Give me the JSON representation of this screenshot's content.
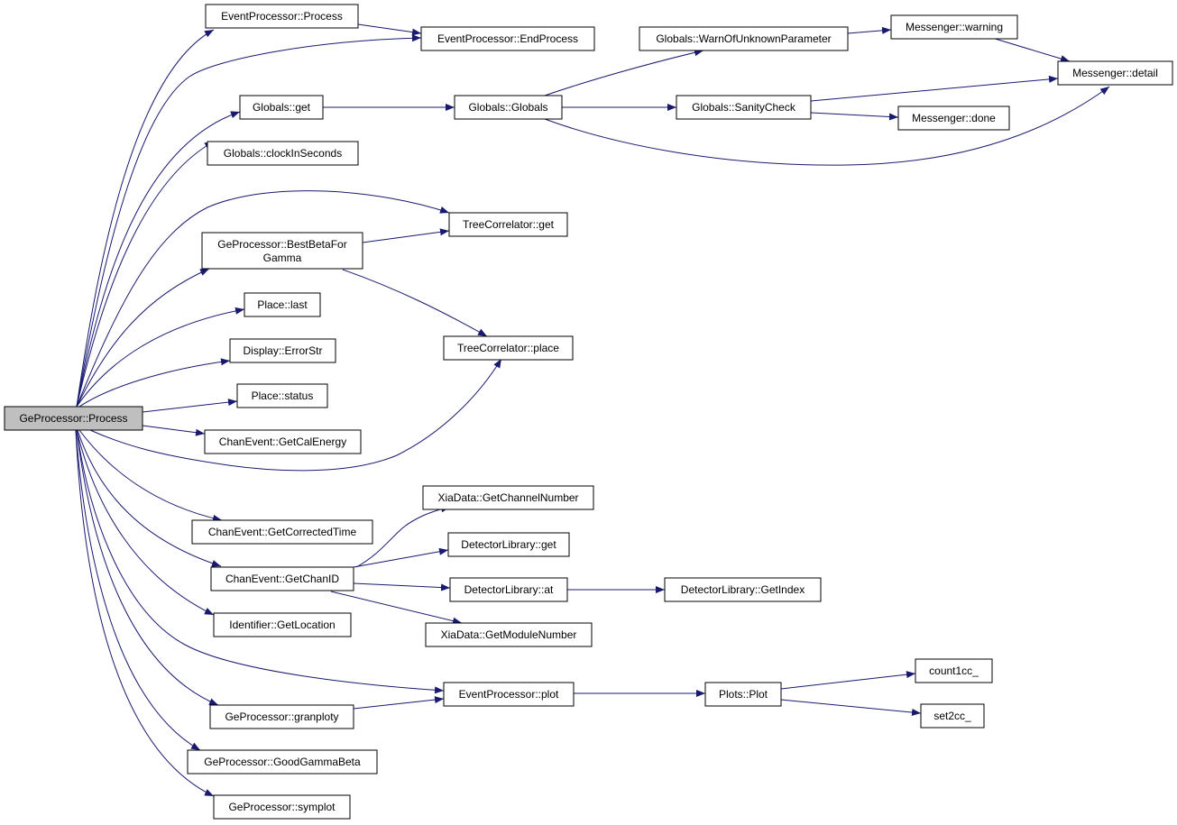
{
  "nodes": {
    "geprocessor_process": "GeProcessor::Process",
    "eventprocessor_process": "EventProcessor::Process",
    "eventprocessor_endprocess": "EventProcessor::EndProcess",
    "globals_get": "Globals::get",
    "globals_globals": "Globals::Globals",
    "globals_warnofunknownparameter": "Globals::WarnOfUnknownParameter",
    "globals_sanitycheck": "Globals::SanityCheck",
    "messenger_warning": "Messenger::warning",
    "messenger_detail": "Messenger::detail",
    "messenger_done": "Messenger::done",
    "globals_clockinseconds": "Globals::clockInSeconds",
    "treecorrelator_get": "TreeCorrelator::get",
    "geprocessor_bestbetaforgamma_line1": "GeProcessor::BestBetaFor",
    "geprocessor_bestbetaforgamma_line2": "Gamma",
    "place_last": "Place::last",
    "treecorrelator_place": "TreeCorrelator::place",
    "display_errorstr": "Display::ErrorStr",
    "place_status": "Place::status",
    "chanevent_getcalenergy": "ChanEvent::GetCalEnergy",
    "xiadata_getchannelnumber": "XiaData::GetChannelNumber",
    "detectorlibrary_get": "DetectorLibrary::get",
    "chanevent_getcorrectedtime": "ChanEvent::GetCorrectedTime",
    "chanevent_getchanid": "ChanEvent::GetChanID",
    "detectorlibrary_at": "DetectorLibrary::at",
    "detectorlibrary_getindex": "DetectorLibrary::GetIndex",
    "identifier_getlocation": "Identifier::GetLocation",
    "xiadata_getmodulenumber": "XiaData::GetModuleNumber",
    "count1cc": "count1cc_",
    "eventprocessor_plot": "EventProcessor::plot",
    "plots_plot": "Plots::Plot",
    "geprocessor_granploty": "GeProcessor::granploty",
    "set2cc": "set2cc_",
    "geprocessor_goodgammabeta": "GeProcessor::GoodGammaBeta",
    "geprocessor_symplot": "GeProcessor::symplot"
  },
  "colors": {
    "edge": "#191970",
    "node_border": "#000000",
    "node_fill": "#ffffff",
    "root_fill": "#bfbfbf"
  }
}
